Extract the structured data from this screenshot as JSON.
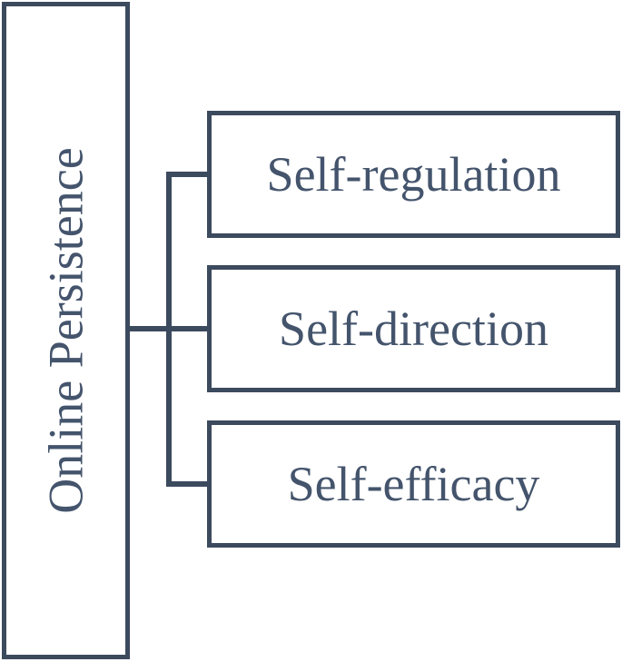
{
  "diagram": {
    "root": {
      "label": "Online Persistence"
    },
    "children": [
      {
        "label": "Self-regulation"
      },
      {
        "label": "Self-direction"
      },
      {
        "label": "Self-efficacy"
      }
    ],
    "colors": {
      "line": "#3C4A5E",
      "text": "#44546C",
      "box_fill": "#FFFFFF",
      "background": "#FFFFFF"
    }
  }
}
